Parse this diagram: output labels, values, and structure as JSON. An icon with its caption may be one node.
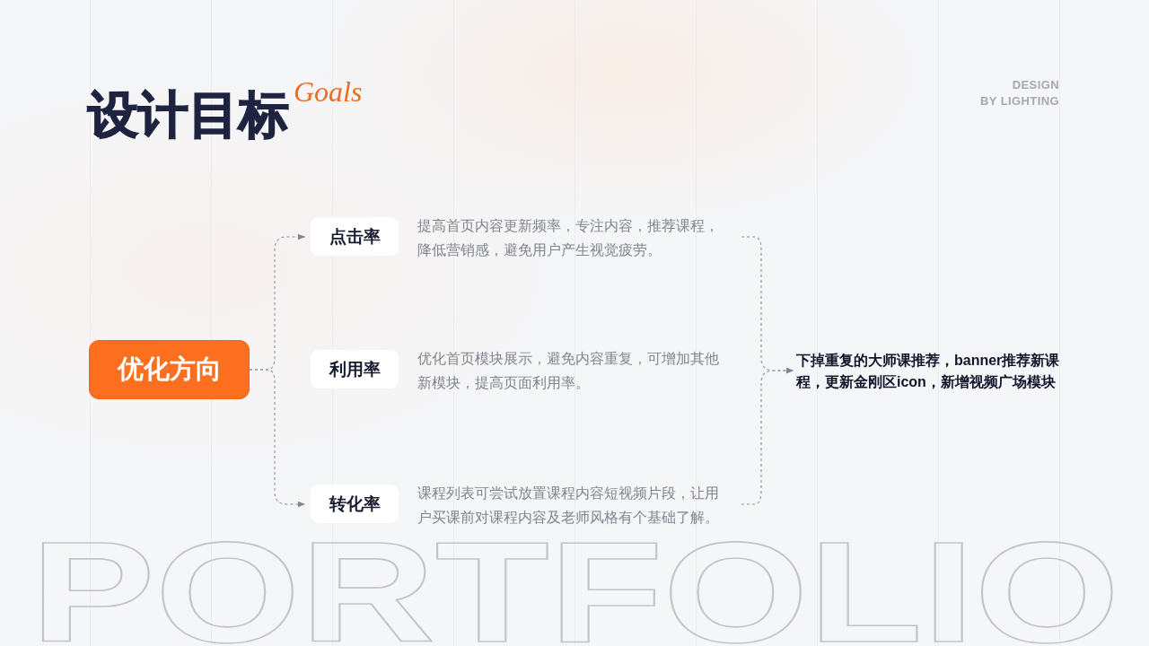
{
  "diagram": {
    "title": "设计目标",
    "nodes": [
      {
        "text": [
          "优化方向"
        ]
      },
      {
        "text": [
          "点击率"
        ],
        "beside": [
          "提高首页内容更新频率，专注内容，推荐课程，降低营销感，避免用户产生视觉疲劳。"
        ]
      },
      {
        "text": [
          "利用率"
        ],
        "beside": [
          "优化首页模块展示，避免内容重复，可增加其他新模块，提高页面利用率。"
        ]
      },
      {
        "text": [
          "转化率"
        ],
        "beside": [
          "课程列表可尝试放置课程内容短视频片段，让用户买课前对课程内容及老师风格有个基础了解。"
        ]
      },
      {
        "text": [
          "下掉重复的大师课推荐，banner推荐新课程，更新金刚区icon，新增视频广场模块"
        ]
      }
    ],
    "edges": [
      {
        "from": 0,
        "to": 1,
        "arrow": "to",
        "style": "dashed"
      },
      {
        "from": 0,
        "to": 3,
        "arrow": "to",
        "style": "dashed"
      },
      {
        "from": 1,
        "to": 4,
        "arrow": "to",
        "style": "dashed"
      },
      {
        "from": 3,
        "to": 4,
        "arrow": "to",
        "style": "dashed"
      }
    ],
    "labels": [
      "Goals",
      "DESIGN",
      "BY LIGHTING",
      "PORTFOLIO"
    ]
  }
}
